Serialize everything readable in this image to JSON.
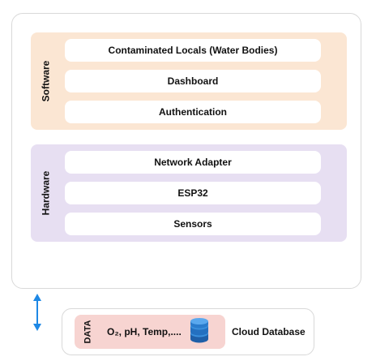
{
  "software": {
    "label": "Software",
    "items": [
      "Contaminated Locals (Water Bodies)",
      "Dashboard",
      "Authentication"
    ]
  },
  "hardware": {
    "label": "Hardware",
    "items": [
      "Network Adapter",
      "ESP32",
      "Sensors"
    ]
  },
  "data_block": {
    "label": "DATA",
    "values_text": "O₂, pH, Temp,....",
    "db_label": "Cloud Database"
  },
  "colors": {
    "software_bg": "#fbe6d3",
    "hardware_bg": "#e7dff2",
    "data_bg": "#f7d4d1",
    "arrow": "#1e88e5",
    "db_icon": "#2f7fd0"
  },
  "icons": {
    "database": "database-icon",
    "arrow": "bidirectional-arrow-icon"
  }
}
